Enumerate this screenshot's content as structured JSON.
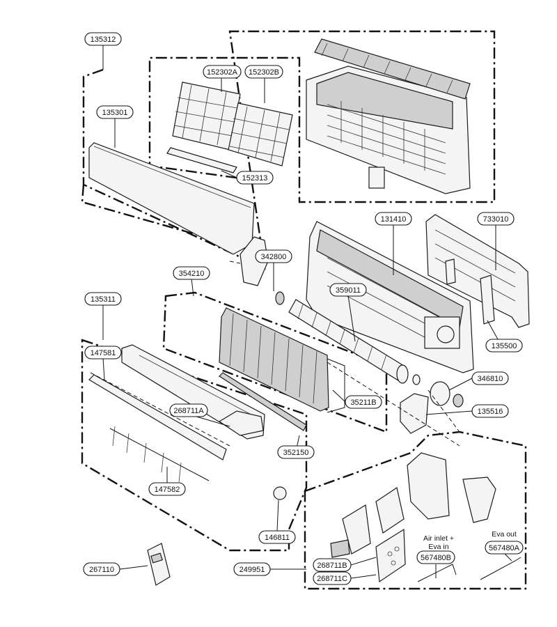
{
  "callouts": {
    "c135312": "135312",
    "c152302A": "152302A",
    "c152302B": "152302B",
    "c135301": "135301",
    "c152313": "152313",
    "c131410": "131410",
    "c733010": "733010",
    "c342800": "342800",
    "c354210": "354210",
    "c359011": "359011",
    "c135311": "135311",
    "c147581": "147581",
    "c135500": "135500",
    "c346810": "346810",
    "c35211B": "35211B",
    "c135516": "135516",
    "c268711A": "268711A",
    "c352150": "352150",
    "c147582": "147582",
    "c146811": "146811",
    "c267110": "267110",
    "c249951": "249951",
    "c268711B": "268711B",
    "c268711C": "268711C",
    "c567480B": "567480B",
    "c567480A": "567480A"
  },
  "notes": {
    "air_inlet_line1": "Air inlet +",
    "air_inlet_line2": "Eva in",
    "eva_out": "Eva out"
  }
}
